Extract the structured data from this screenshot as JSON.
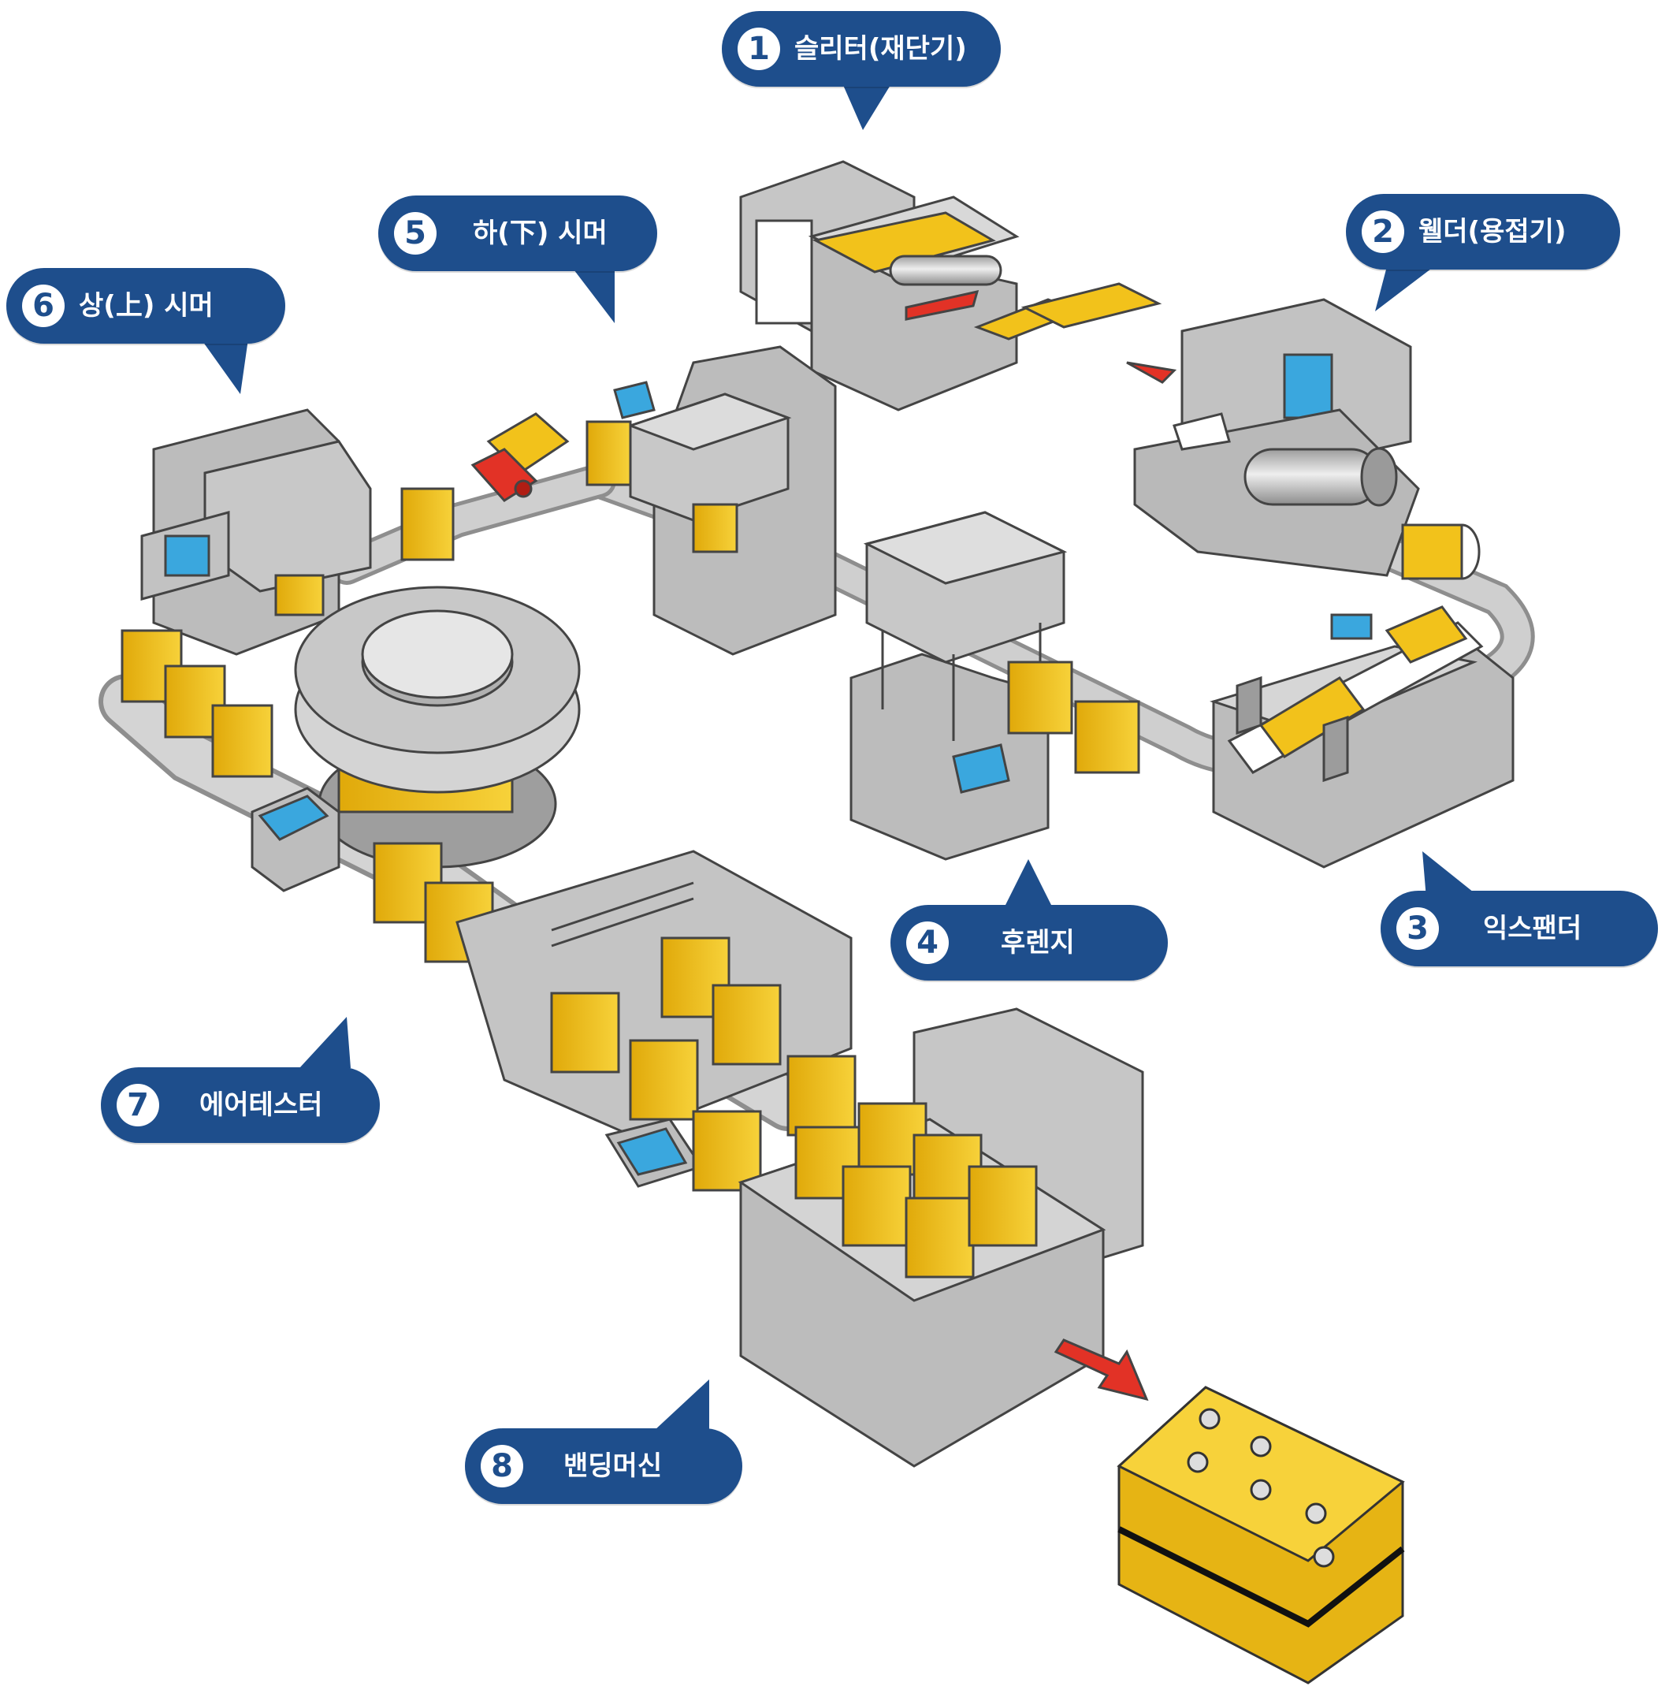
{
  "colors": {
    "callout_bg": "#1e4e8c",
    "machine_gray": "#bdbdbd",
    "can_yellow": "#f2c21b",
    "screen_blue": "#3aa7de",
    "arrow_red": "#e23226"
  },
  "callouts": [
    {
      "number": "1",
      "label": "슬리터(재단기)"
    },
    {
      "number": "2",
      "label": "웰더(용접기)"
    },
    {
      "number": "3",
      "label": "익스팬더"
    },
    {
      "number": "4",
      "label": "후렌지"
    },
    {
      "number": "5",
      "label": "하(下) 시머"
    },
    {
      "number": "6",
      "label": "상(上) 시머"
    },
    {
      "number": "7",
      "label": "에어테스터"
    },
    {
      "number": "8",
      "label": "밴딩머신"
    }
  ]
}
